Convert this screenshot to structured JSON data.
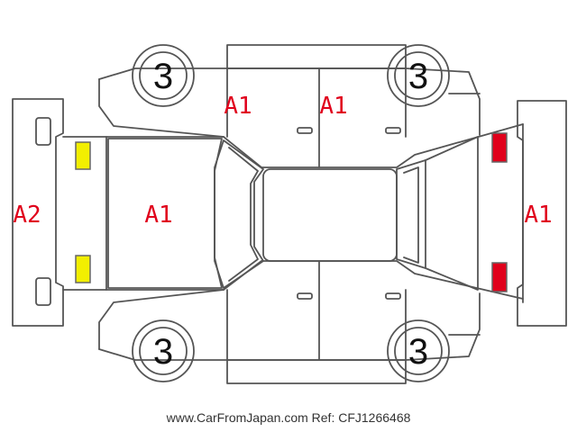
{
  "colors": {
    "outline": "#555555",
    "damage_text": "#e0001b",
    "wheel_text": "#111111",
    "light_left": "#f2ef00",
    "light_right": "#e0001b",
    "light_stroke": "#666666"
  },
  "labels": {
    "door_front_left": "A1",
    "door_front_right": "A1",
    "hood": "A1",
    "front_bumper": "A2",
    "rear_bumper": "A1"
  },
  "wheels": {
    "top_left": "3",
    "top_right": "3",
    "bottom_left": "3",
    "bottom_right": "3"
  },
  "footer": {
    "site": "www.CarFromJapan.com",
    "ref": "Ref: CFJ1266468"
  }
}
